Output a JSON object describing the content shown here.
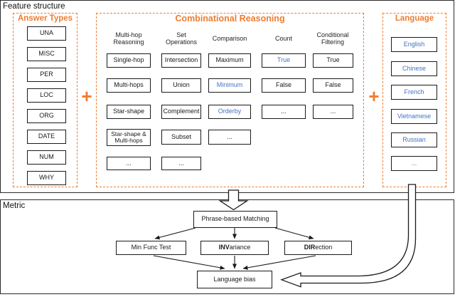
{
  "colors": {
    "orange": "#ED7D31",
    "blue": "#4472C4",
    "box_border": "#1a1a1a"
  },
  "feature": {
    "label": "Feature structure",
    "plus": "+"
  },
  "answer_types": {
    "title": "Answer Types",
    "items": [
      "UNA",
      "MISC",
      "PER",
      "LOC",
      "ORG",
      "DATE",
      "NUM",
      "WHY"
    ]
  },
  "combinational": {
    "title": "Combinational Reasoning",
    "columns": [
      {
        "header": "Multi-hop\nReasoning",
        "items": [
          "Single-hop",
          "Multi-hops",
          "Star-shape",
          "Star-shape &\nMulti-hops",
          "..."
        ]
      },
      {
        "header": "Set\nOperations",
        "items": [
          "Intersection",
          "Union",
          "Complement",
          "Subset",
          "..."
        ]
      },
      {
        "header": "Comparison",
        "items": [
          "Maximum",
          "Minimum",
          "Orderby",
          "..."
        ]
      },
      {
        "header": "Count",
        "items": [
          "True",
          "False",
          "..."
        ]
      },
      {
        "header": "Conditional\nFiltering",
        "items": [
          "True",
          "False",
          "..."
        ]
      }
    ]
  },
  "language": {
    "title": "Language",
    "items": [
      "English",
      "Chinese",
      "French",
      "Vietnamese",
      "Russian",
      "..."
    ]
  },
  "metric": {
    "label": "Metric",
    "phrase_matching": "Phrase-based Matching",
    "min_func_test": "Min Func Test",
    "invariance": {
      "prefix": "INV",
      "rest": "ariance"
    },
    "direction": {
      "prefix": "DIR",
      "rest": "ection"
    },
    "language_bias": "Language bias"
  }
}
